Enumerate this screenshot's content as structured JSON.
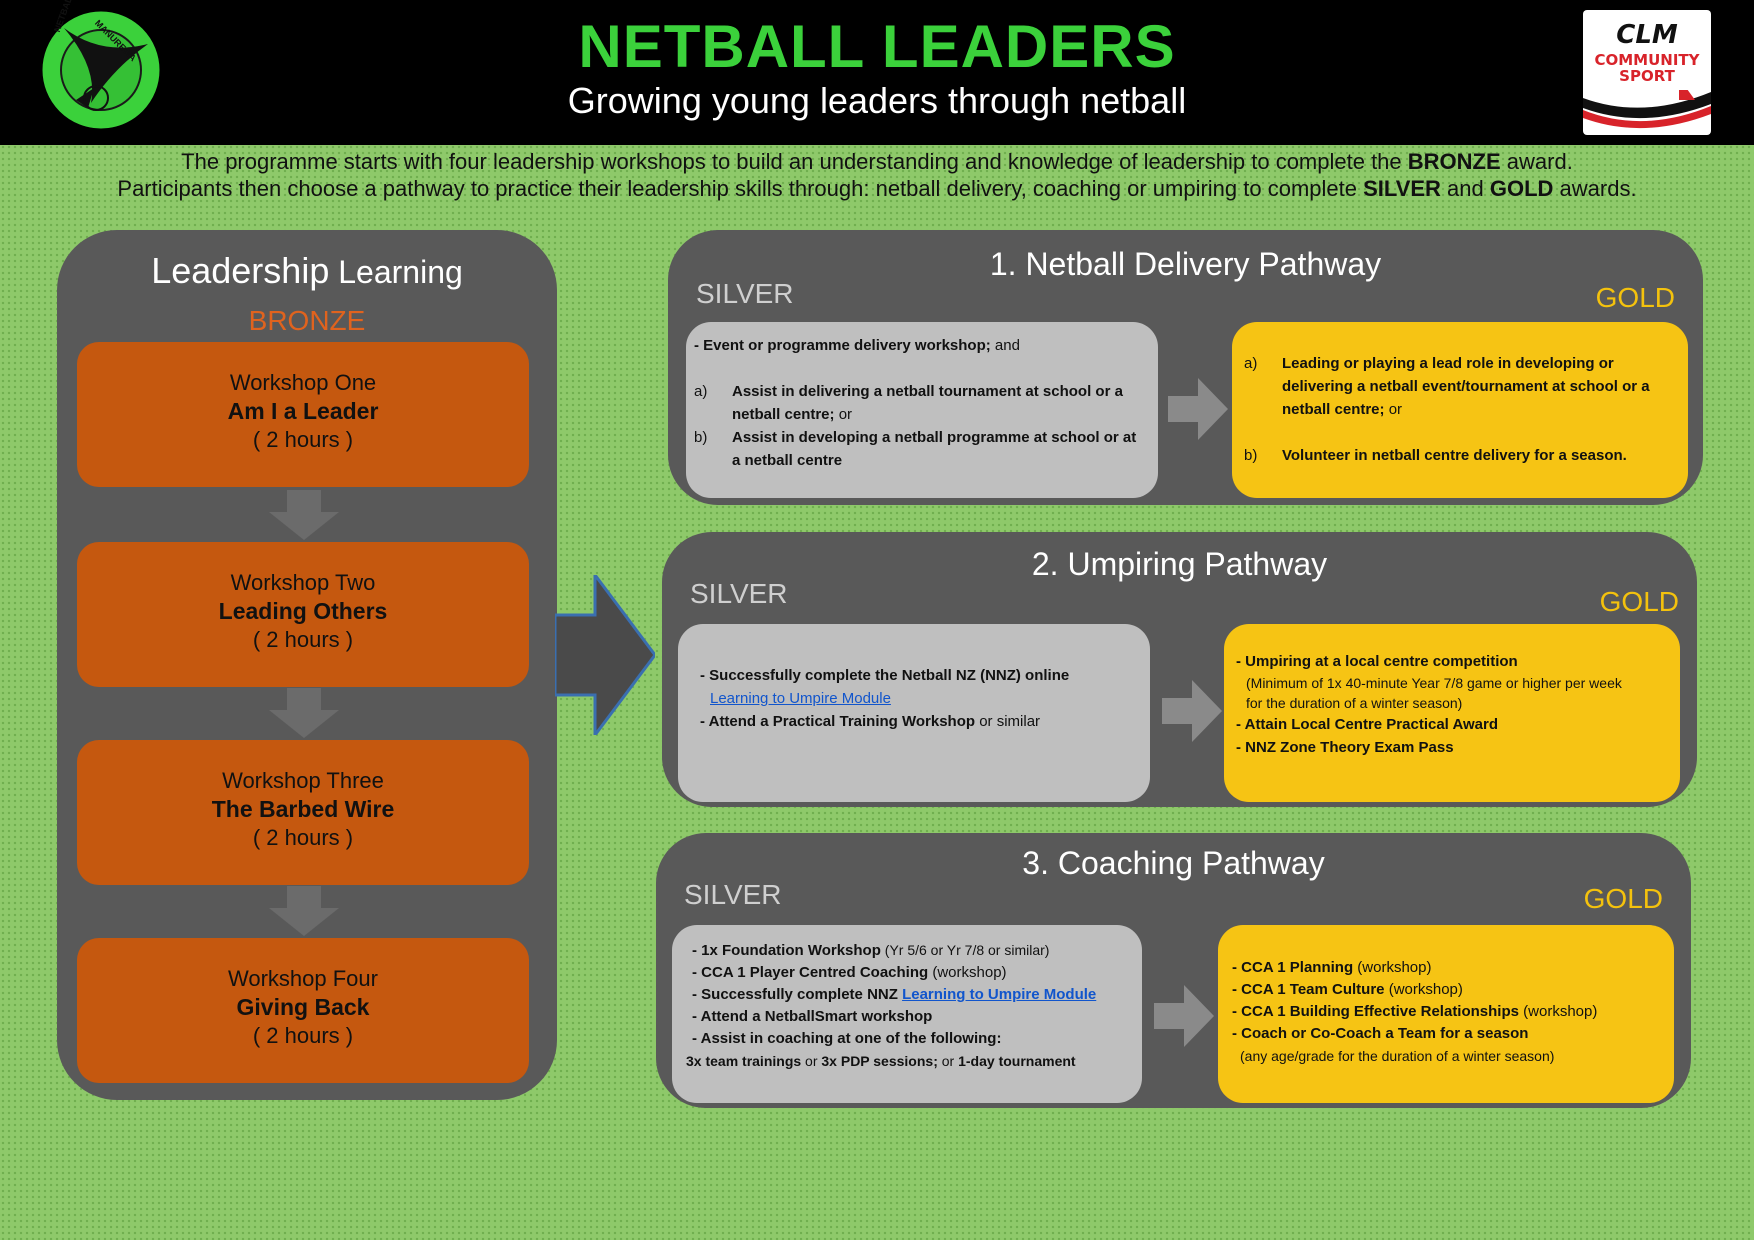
{
  "header": {
    "title": "NETBALL LEADERS",
    "subtitle": "Growing young leaders through netball",
    "logo_left_text_1": "NETBALL",
    "logo_left_text_2": "MANUREWA",
    "logo_right_brand": "CLM",
    "logo_right_line_1": "COMMUNITY",
    "logo_right_line_2": "SPORT"
  },
  "intro": {
    "line1_a": "The programme starts with four leadership workshops to build an understanding and knowledge of leadership to complete the ",
    "line1_b": "BRONZE",
    "line1_c": " award.",
    "line2_a": "Participants then choose a pathway to practice their leadership skills through: netball delivery, coaching or umpiring to complete ",
    "line2_b": "SILVER",
    "line2_c": " and ",
    "line2_d": "GOLD",
    "line2_e": " awards."
  },
  "leadership": {
    "title_a": "Leadership",
    "title_b": " Learning",
    "level": "BRONZE",
    "workshops": [
      {
        "label": "Workshop One",
        "name": "Am I a Leader",
        "duration": "( 2 hours )"
      },
      {
        "label": "Workshop Two",
        "name": "Leading Others",
        "duration": "( 2 hours )"
      },
      {
        "label": "Workshop Three",
        "name": "The Barbed Wire",
        "duration": "( 2 hours )"
      },
      {
        "label": "Workshop Four",
        "name": "Giving Back",
        "duration": "( 2 hours )"
      }
    ]
  },
  "pathways": {
    "delivery": {
      "title": "1. Netball Delivery Pathway",
      "silver_label": "SILVER",
      "gold_label": "GOLD",
      "silver": {
        "intro_bold": "- Event or programme delivery workshop;",
        "intro_rest": " and",
        "a_label": "a)",
        "a_bold": "Assist in delivering a netball tournament at school or a netball centre;",
        "a_rest": " or",
        "b_label": "b)",
        "b_bold": "Assist in developing a netball programme at school or at a netball centre"
      },
      "gold": {
        "a_label": "a)",
        "a_bold": "Leading or playing a lead role in developing or delivering a netball event/tournament at school or a netball centre;",
        "a_rest": " or",
        "b_label": "b)",
        "b_bold": "Volunteer in netball centre delivery for a season."
      }
    },
    "umpiring": {
      "title": "2.   Umpiring Pathway",
      "silver_label": "SILVER",
      "gold_label": "GOLD",
      "silver": {
        "item1_bold": "- Successfully complete the Netball NZ (NNZ) online",
        "item1_link": "Learning to Umpire Module",
        "item2_bold": "- Attend a Practical Training Workshop",
        "item2_rest": " or similar"
      },
      "gold": {
        "item1_bold": "- Umpiring at a local centre competition",
        "item1_note_1": "(Minimum of 1x 40-minute Year 7/8 game or higher per week",
        "item1_note_2": "for the duration of a winter season)",
        "item2_bold": "- Attain Local Centre Practical Award",
        "item3_bold": "- NNZ Zone Theory Exam Pass"
      }
    },
    "coaching": {
      "title": "3.   Coaching Pathway",
      "silver_label": "SILVER",
      "gold_label": "GOLD",
      "silver": {
        "item1_bold": "- 1x Foundation Workshop",
        "item1_rest": " (Yr 5/6 or Yr 7/8 or similar)",
        "item2_bold": "- CCA 1 Player Centred Coaching",
        "item2_rest": " (workshop)",
        "item3_bold": "- Successfully complete NNZ ",
        "item3_link": "Learning to Umpire Module",
        "item4_bold": "- Attend a NetballSmart workshop",
        "item5_bold": "- Assist in coaching at one of the following:",
        "item6_a": "3x team trainings",
        "item6_b": " or ",
        "item6_c": "3x PDP sessions;",
        "item6_d": " or ",
        "item6_e": "1-day tournament"
      },
      "gold": {
        "item1_bold": "- CCA 1 Planning",
        "item1_rest": " (workshop)",
        "item2_bold": "- CCA 1 Team Culture",
        "item2_rest": " (workshop)",
        "item3_bold": "- CCA 1 Building Effective Relationships",
        "item3_rest": " (workshop)",
        "item4_bold": "- Coach or Co-Coach a Team for a season",
        "item4_note": "(any age/grade for the duration of a winter season)"
      }
    }
  }
}
